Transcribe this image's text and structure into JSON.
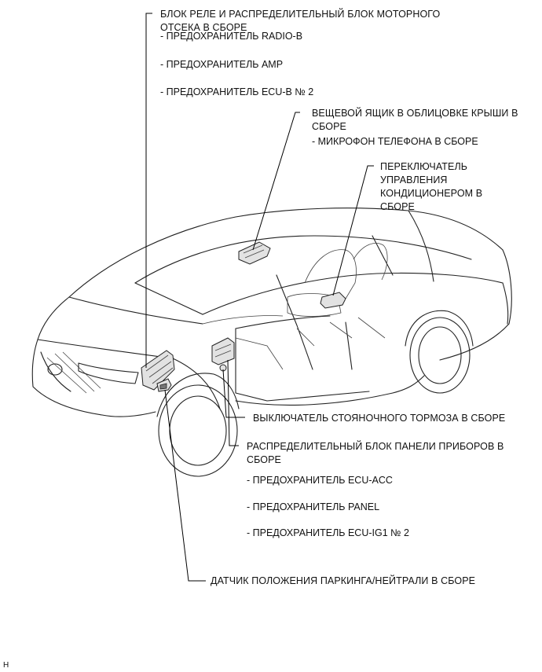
{
  "labels": {
    "engine_relay_block": {
      "title_line1": "БЛОК РЕЛЕ И РАСПРЕДЕЛИТЕЛЬНЫЙ БЛОК МОТОРНОГО",
      "title_line2": "ОТСЕКА В СБОРЕ",
      "items": [
        "- ПРЕДОХРАНИТЕЛЬ RADIO-B",
        "- ПРЕДОХРАНИТЕЛЬ AMP",
        "- ПРЕДОХРАНИТЕЛЬ ECU-B № 2"
      ]
    },
    "roof_console": {
      "title_line1": "ВЕЩЕВОЙ ЯЩИК В ОБЛИЦОВКЕ КРЫШИ В",
      "title_line2": "СБОРЕ",
      "items": [
        "- МИКРОФОН ТЕЛЕФОНА В СБОРЕ"
      ]
    },
    "ac_switch": {
      "lines": [
        "ПЕРЕКЛЮЧАТЕЛЬ",
        "УПРАВЛЕНИЯ",
        "КОНДИЦИОНЕРОМ В",
        "СБОРЕ"
      ]
    },
    "parking_brake_switch": {
      "title": "ВЫКЛЮЧАТЕЛЬ СТОЯНОЧНОГО ТОРМОЗА В СБОРЕ"
    },
    "instrument_panel_block": {
      "title_line1": "РАСПРЕДЕЛИТЕЛЬНЫЙ БЛОК ПАНЕЛИ ПРИБОРОВ В",
      "title_line2": "СБОРЕ",
      "items": [
        "- ПРЕДОХРАНИТЕЛЬ ECU-ACC",
        "- ПРЕДОХРАНИТЕЛЬ PANEL",
        "- ПРЕДОХРАНИТЕЛЬ ECU-IG1 № 2"
      ]
    },
    "park_neutral_sensor": {
      "title": "ДАТЧИК ПОЛОЖЕНИЯ ПАРКИНГА/НЕЙТРАЛИ В СБОРЕ"
    }
  },
  "corner_mark": "H"
}
